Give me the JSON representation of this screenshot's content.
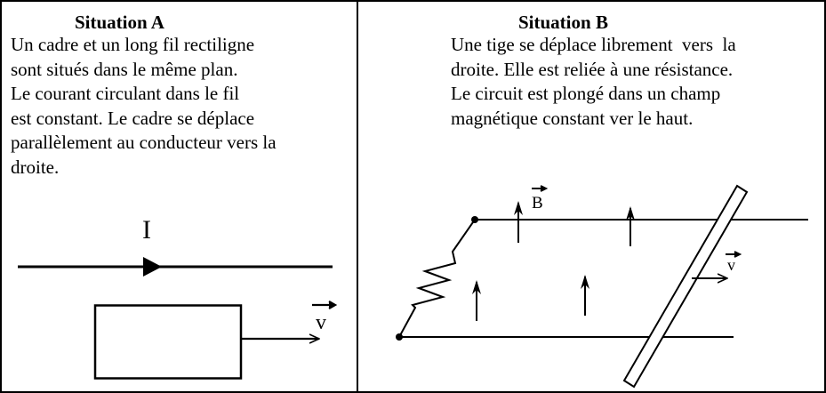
{
  "situation_a": {
    "title": "Situation A",
    "lines": [
      "Un cadre et un long fil rectiligne",
      "sont situés dans le même plan.",
      "Le courant circulant dans le fil",
      "est constant. Le cadre se déplace",
      "parallèlement au conducteur vers la",
      "droite."
    ],
    "diagram": {
      "current_label": "I",
      "velocity_label": "v"
    }
  },
  "situation_b": {
    "title": "Situation B",
    "lines": [
      "Une tige se déplace librement  vers  la",
      "droite. Elle est reliée à une résistance.",
      "Le circuit est plongé dans un champ",
      "magnétique constant ver le haut."
    ],
    "diagram": {
      "field_label": "B",
      "velocity_label": "v"
    }
  }
}
